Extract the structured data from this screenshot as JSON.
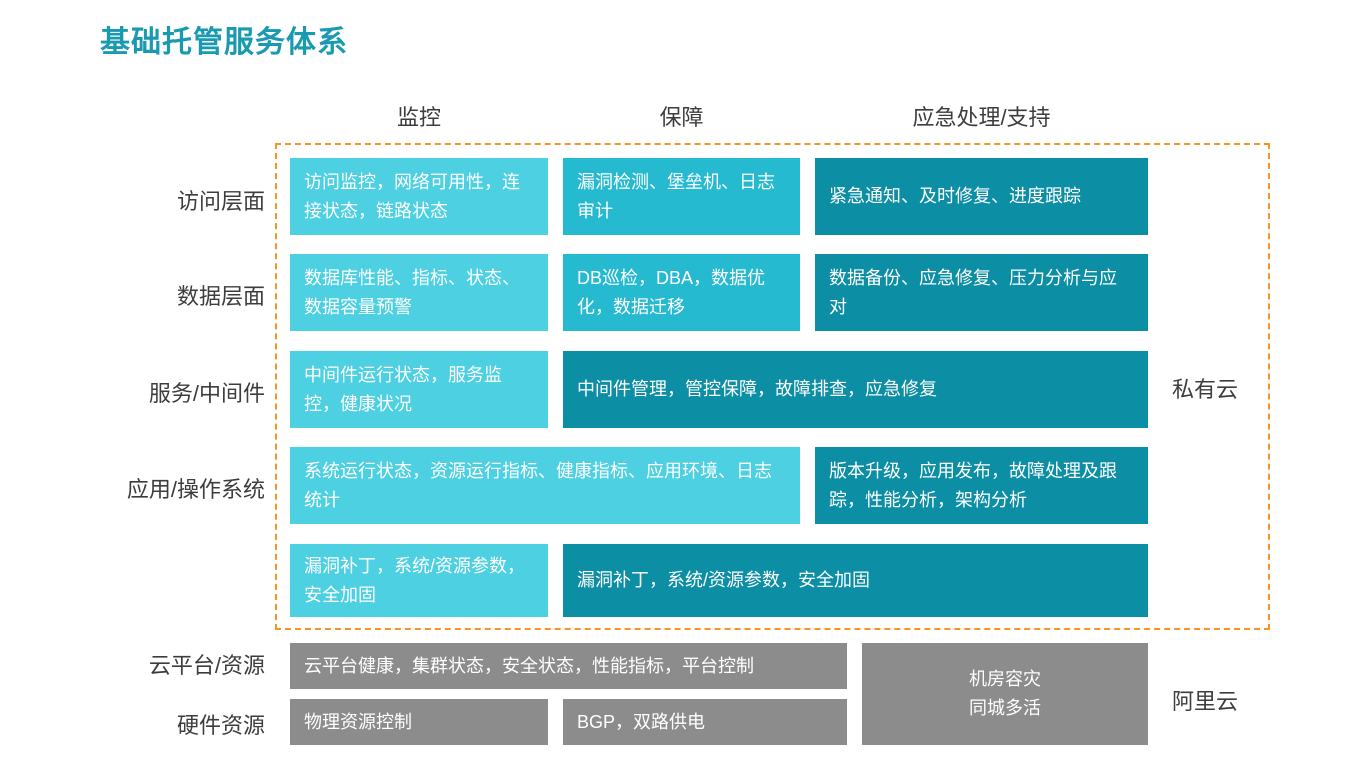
{
  "title": "基础托管服务体系",
  "column_headers": [
    "监控",
    "保障",
    "应急处理/支持"
  ],
  "row_labels": {
    "access": "访问层面",
    "data": "数据层面",
    "service": "服务/中间件",
    "application": "应用/操作系统",
    "platform": "云平台/资源",
    "hardware": "硬件资源"
  },
  "zone_labels": {
    "private_cloud": "私有云",
    "public_cloud": "阿里云"
  },
  "cells": {
    "access_monitor": "访问监控，网络可用性，连接状态，链路状态",
    "access_guarantee": "漏洞检测、堡垒机、日志审计",
    "access_emergency": "紧急通知、及时修复、进度跟踪",
    "data_monitor": "数据库性能、指标、状态、数据容量预警",
    "data_guarantee": "DB巡检，DBA，数据优化，数据迁移",
    "data_emergency": "数据备份、应急修复、压力分析与应对",
    "service_monitor": "中间件运行状态，服务监控，健康状况",
    "service_wide": "中间件管理，管控保障，故障排查，应急修复",
    "application_wide": "系统运行状态，资源运行指标、健康指标、应用环境、日志统计",
    "application_emergency": "版本升级，应用发布，故障处理及跟踪，性能分析，架构分析",
    "security_monitor": "漏洞补丁，系统/资源参数，安全加固",
    "security_wide": "漏洞补丁，系统/资源参数，安全加固",
    "platform_wide": "云平台健康，集群状态，安全状态，性能指标，平台控制",
    "hardware_physical": "物理资源控制",
    "hardware_network": "BGP，双路供电",
    "datacenter_block": "机房容灾\n同城多活"
  },
  "colors": {
    "title": "#1A9AB0",
    "tone_light": "#4DD0E1",
    "tone_mid": "#26BAD1",
    "tone_dark": "#0C8EA4",
    "tone_gray": "#8C8C8C",
    "dashed_border": "#F79520",
    "label_text": "#3D3D3D"
  }
}
